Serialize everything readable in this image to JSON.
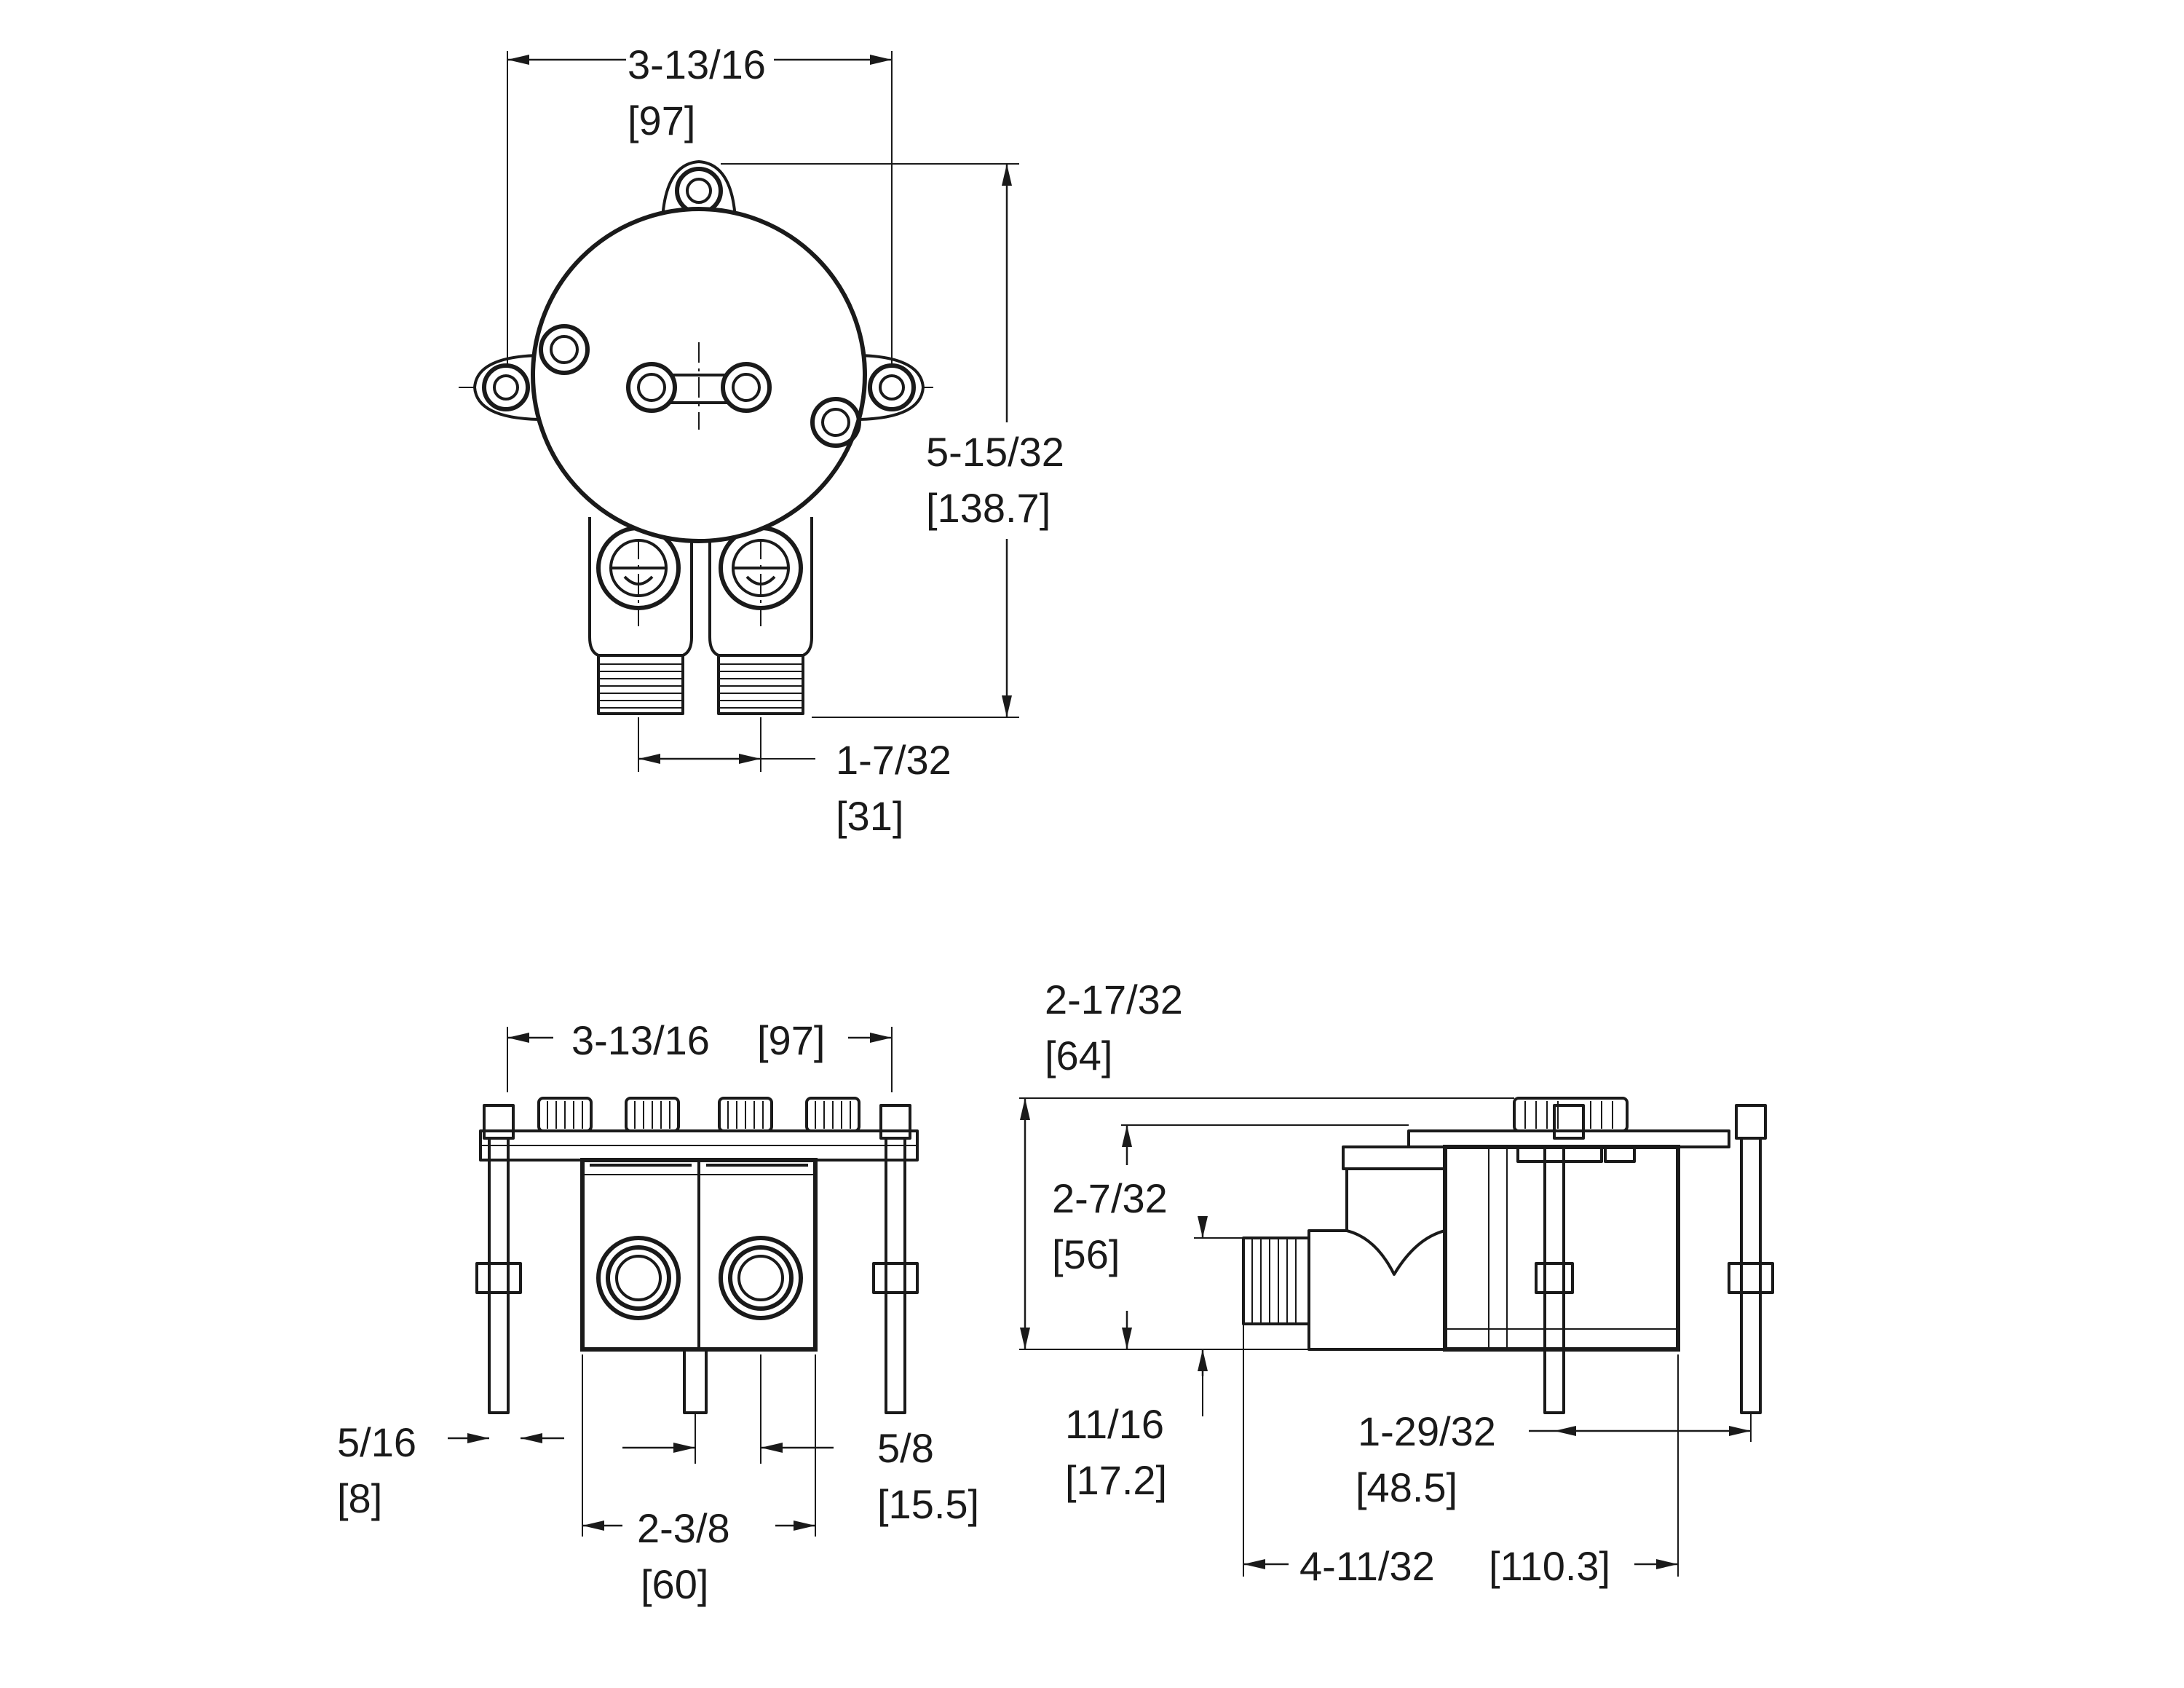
{
  "dimensions": {
    "top_width": {
      "frac": "3-13/16",
      "mm": "[97]"
    },
    "top_height": {
      "frac": "5-15/32",
      "mm": "[138.7]"
    },
    "top_outlet_spacing": {
      "frac": "1-7/32",
      "mm": "[31]"
    },
    "front_width": {
      "frac": "3-13/16",
      "mm": "[97]"
    },
    "front_stud_dia": {
      "frac": "5/16",
      "mm": "[8]"
    },
    "front_outlet_offset": {
      "frac": "5/8",
      "mm": "[15.5]"
    },
    "front_body_width": {
      "frac": "2-3/8",
      "mm": "[60]"
    },
    "side_total_height": {
      "frac": "2-17/32",
      "mm": "[64]"
    },
    "side_body_height": {
      "frac": "2-7/32",
      "mm": "[56]"
    },
    "side_outlet_height": {
      "frac": "11/16",
      "mm": "[17.2]"
    },
    "side_stud_spacing": {
      "frac": "1-29/32",
      "mm": "[48.5]"
    },
    "side_total_depth": {
      "frac": "4-11/32",
      "mm": "[110.3]"
    }
  }
}
